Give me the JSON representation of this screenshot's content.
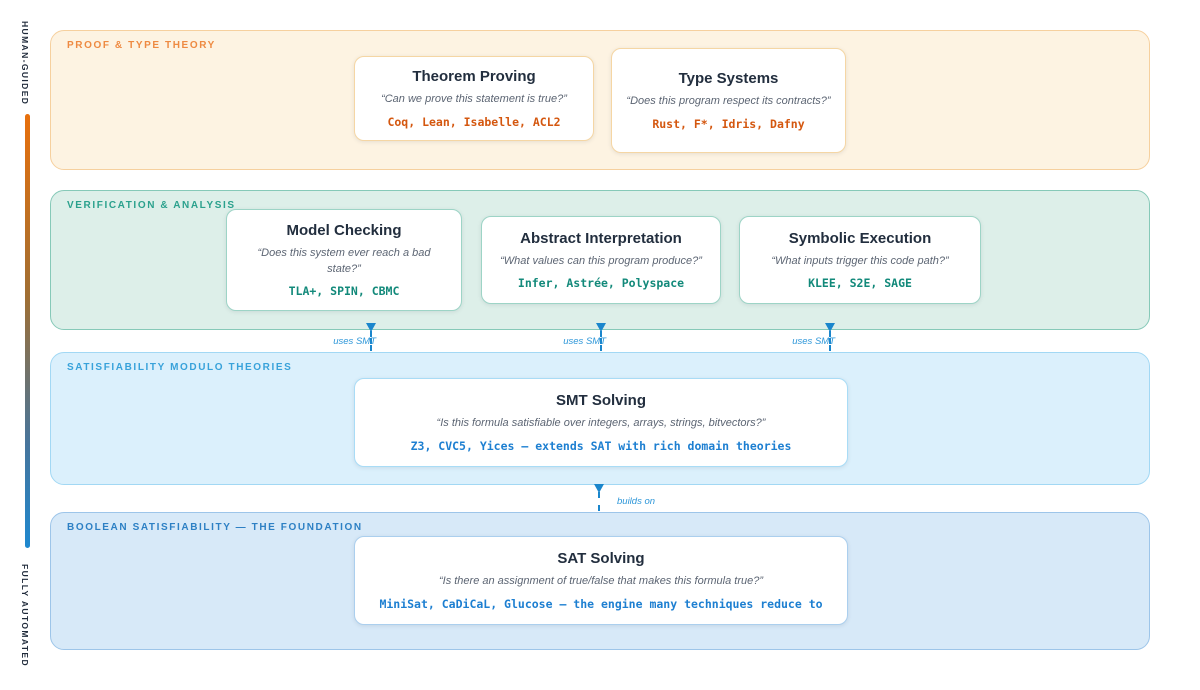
{
  "rail": {
    "top_label": "HUMAN-GUIDED",
    "bottom_label": "FULLY AUTOMATED",
    "label_color": "#1f2a3a",
    "gradient_top_color": "#e8700c",
    "gradient_bottom_color": "#1e88cf"
  },
  "connectors": {
    "uses_smt": {
      "label": "uses SMT",
      "color": "#1a86cc"
    },
    "builds_on": {
      "label": "builds on",
      "color": "#1a86cc"
    }
  },
  "bands": [
    {
      "label": "PROOF & TYPE THEORY",
      "background": "#fdf3e2",
      "border_color": "#f6d09e",
      "label_color": "#ee8a42",
      "tools_color": "#d4570f",
      "cards": [
        {
          "title": "Theorem Proving",
          "question": "“Can we prove this statement is true?”",
          "tools": "Coq, Lean, Isabelle, ACL2"
        },
        {
          "title": "Type Systems",
          "question": "“Does this program respect its contracts?”",
          "tools": "Rust, F*, Idris, Dafny"
        }
      ]
    },
    {
      "label": "VERIFICATION & ANALYSIS",
      "background": "#ddefe9",
      "border_color": "#86c9b8",
      "label_color": "#2ba18d",
      "tools_color": "#12897a",
      "cards": [
        {
          "title": "Model Checking",
          "question": "“Does this system ever reach a bad state?”",
          "tools": "TLA+, SPIN, CBMC"
        },
        {
          "title": "Abstract Interpretation",
          "question": "“What values can this program produce?”",
          "tools": "Infer, Astrée, Polyspace"
        },
        {
          "title": "Symbolic Execution",
          "question": "“What inputs trigger this code path?”",
          "tools": "KLEE, S2E, SAGE"
        }
      ]
    },
    {
      "label": "SATISFIABILITY MODULO THEORIES",
      "background": "#dbf0fc",
      "border_color": "#a2d8f4",
      "label_color": "#38a2da",
      "tools_color": "#1d7fd1",
      "cards": [
        {
          "title": "SMT Solving",
          "question": "“Is this formula satisfiable over integers, arrays, strings, bitvectors?”",
          "tools": "Z3, CVC5, Yices — extends SAT with rich domain theories"
        }
      ]
    },
    {
      "label": "BOOLEAN SATISFIABILITY — THE FOUNDATION",
      "background": "#d7e9f8",
      "border_color": "#9dc5e9",
      "label_color": "#2d80c4",
      "tools_color": "#1d7fd1",
      "cards": [
        {
          "title": "SAT Solving",
          "question": "“Is there an assignment of true/false that makes this formula true?”",
          "tools": "MiniSat, CaDiCaL, Glucose — the engine many techniques reduce to"
        }
      ]
    }
  ]
}
